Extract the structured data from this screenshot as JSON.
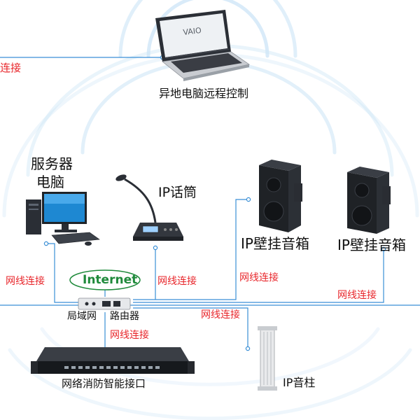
{
  "colors": {
    "wire": "#3a8fd6",
    "label_red": "#e8262b",
    "ring": "#cfe6f7",
    "internet_green": "#1f8a3b",
    "text": "#111111"
  },
  "devices": {
    "laptop": {
      "label": "异地电脑远程控制",
      "icon": "laptop-icon"
    },
    "server_pc": {
      "label_line1": "服务器",
      "label_line2": "电脑",
      "icon": "desktop-computer-icon"
    },
    "ip_mic": {
      "label": "IP话筒",
      "icon": "gooseneck-microphone-icon"
    },
    "speaker_1": {
      "label": "IP壁挂音箱",
      "icon": "wall-speaker-icon"
    },
    "speaker_2": {
      "label": "IP壁挂音箱",
      "icon": "wall-speaker-icon"
    },
    "router": {
      "label_lan": "局域网",
      "label_router": "路由器",
      "icon": "router-icon"
    },
    "fire_interface": {
      "label": "网络消防智能接口",
      "icon": "rack-unit-icon"
    },
    "column_speaker": {
      "label": "IP音柱",
      "icon": "column-speaker-icon"
    }
  },
  "internet": {
    "label": "Internet"
  },
  "connections": {
    "top_left": "连接",
    "server": "网线连接",
    "mic": "网线连接",
    "speaker_1": "网线连接",
    "speaker_2": "网线连接",
    "column": "网线连接",
    "fire": "网线连接"
  }
}
